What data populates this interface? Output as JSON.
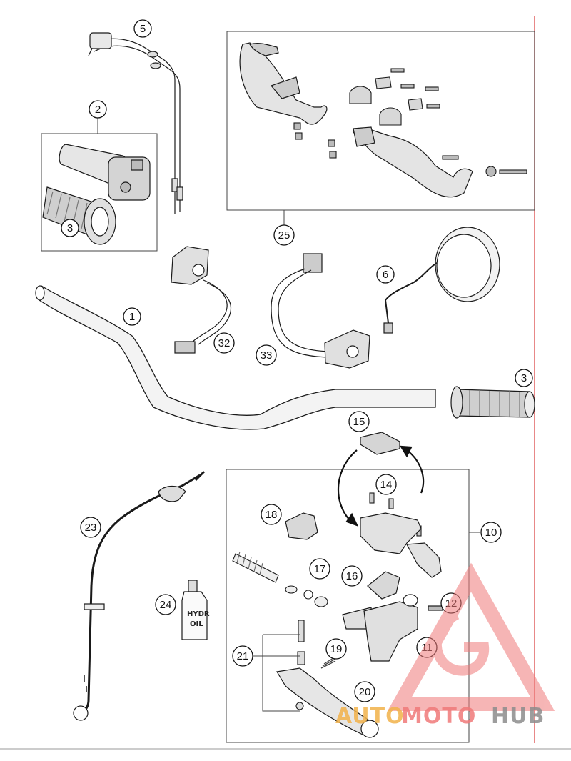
{
  "callouts": {
    "c1": "1",
    "c2": "2",
    "c3a": "3",
    "c3b": "3",
    "c5": "5",
    "c6": "6",
    "c10": "10",
    "c11": "11",
    "c12": "12",
    "c14": "14",
    "c15": "15",
    "c16": "16",
    "c17": "17",
    "c18": "18",
    "c19": "19",
    "c20": "20",
    "c21": "21",
    "c23": "23",
    "c24": "24",
    "c25": "25",
    "c32": "32",
    "c33": "33"
  },
  "bottle": {
    "line1": "HYDR",
    "line2": "OIL"
  },
  "watermark": {
    "part1": "AUTO",
    "part2": "MOTO",
    "part3": "HUB"
  },
  "colors": {
    "line": "#1a1a1a",
    "part_fill": "#d9d9d9",
    "edge_red": "#e06060",
    "wm_orange": "#f2b24a",
    "wm_pink": "#f07a7a",
    "wm_gray": "#8c8c8c"
  }
}
